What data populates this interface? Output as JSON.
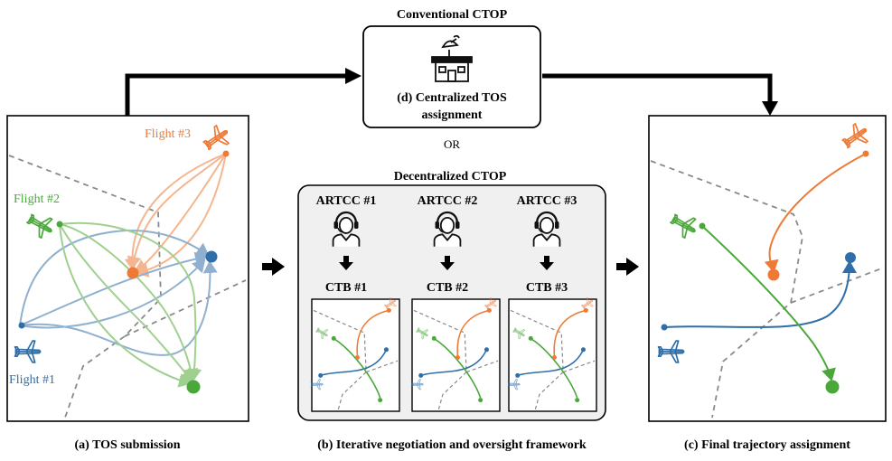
{
  "panel_a": {
    "caption": "(a) TOS submission",
    "flight1_label": "Flight #1",
    "flight2_label": "Flight #2",
    "flight3_label": "Flight #3"
  },
  "conventional": {
    "title": "Conventional CTOP",
    "box_line1": "(d) Centralized TOS",
    "box_line2": "assignment",
    "or_label": "OR"
  },
  "decentralized": {
    "title": "Decentralized CTOP",
    "artccs": [
      {
        "name": "ARTCC #1",
        "ctb": "CTB #1"
      },
      {
        "name": "ARTCC #2",
        "ctb": "CTB #2"
      },
      {
        "name": "ARTCC #3",
        "ctb": "CTB #3"
      }
    ],
    "caption": "(b) Iterative negotiation and oversight framework"
  },
  "panel_c": {
    "caption": "(c) Final trajectory assignment"
  },
  "colors": {
    "flight1": "#2f6ea8",
    "flight1_light": "#8fb1cf",
    "flight2": "#4aa83a",
    "flight2_light": "#9fd08f",
    "flight3": "#ee7a35",
    "flight3_light": "#f5b58e",
    "boundary": "#8a8a8a",
    "panel_fill": "#f0f0f0"
  },
  "icons": [
    "airplane-icon",
    "control-tower-icon",
    "controller-headset-icon",
    "down-arrow-icon",
    "right-arrow-icon"
  ]
}
